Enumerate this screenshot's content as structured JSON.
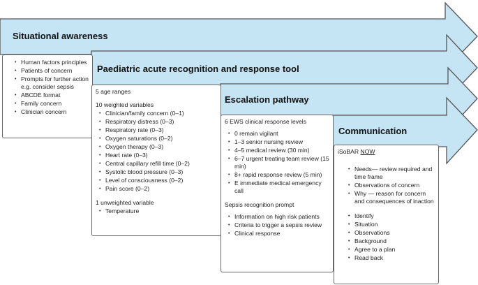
{
  "colors": {
    "arrow_fill": "#c5e5f5",
    "outline": "#555555"
  },
  "stages": [
    {
      "title": "Situational awareness",
      "items": [
        "Human factors principles",
        "Patients of concern",
        "Prompts for further action e.g. consider sepsis",
        "ABCDE format",
        "Family concern",
        "Clinician concern"
      ]
    },
    {
      "title": "Paediatric acute recognition and response tool",
      "age_ranges": "5 age ranges",
      "weighted_heading": "10 weighted variables",
      "weighted": [
        "Clinician/family concern (0–1)",
        "Respiratory distress (0–3)",
        "Respiratory rate (0–3)",
        "Oxygen saturations (0–2)",
        "Oxygen therapy (0–3)",
        "Heart rate (0–3)",
        "Central capillary refill time (0–2)",
        "Systolic blood pressure (0–3)",
        "Level of consciousness (0–2)",
        "Pain score (0–2)"
      ],
      "unweighted_heading": "1 unweighted variable",
      "unweighted": [
        "Temperature"
      ]
    },
    {
      "title": "Escalation pathway",
      "levels_heading": "6 EWS clinical response levels",
      "levels": [
        "0 remain vigilant",
        "1–3 senior nursing review",
        "4–5 medical review (30 min)",
        "6–7 urgent treating team review (15 min)",
        "8+ rapid response review (5 min)",
        "E immediate medical emergency call"
      ],
      "sepsis_heading": "Sepsis recognition prompt",
      "sepsis": [
        "Information on high risk patients",
        "Criteria to trigger a sepsis review",
        "Clinical response"
      ]
    },
    {
      "title": "Communication",
      "heading_prefix": "iSoBAR",
      "heading_suffix": "NOW",
      "now": [
        "Needs— review required and time frame",
        "Observations of concern",
        "Why — reason for concern and consequences of inaction"
      ],
      "isobar": [
        "Identify",
        "Situation",
        "Observations",
        "Background",
        "Agree to a plan",
        "Read back"
      ]
    }
  ]
}
